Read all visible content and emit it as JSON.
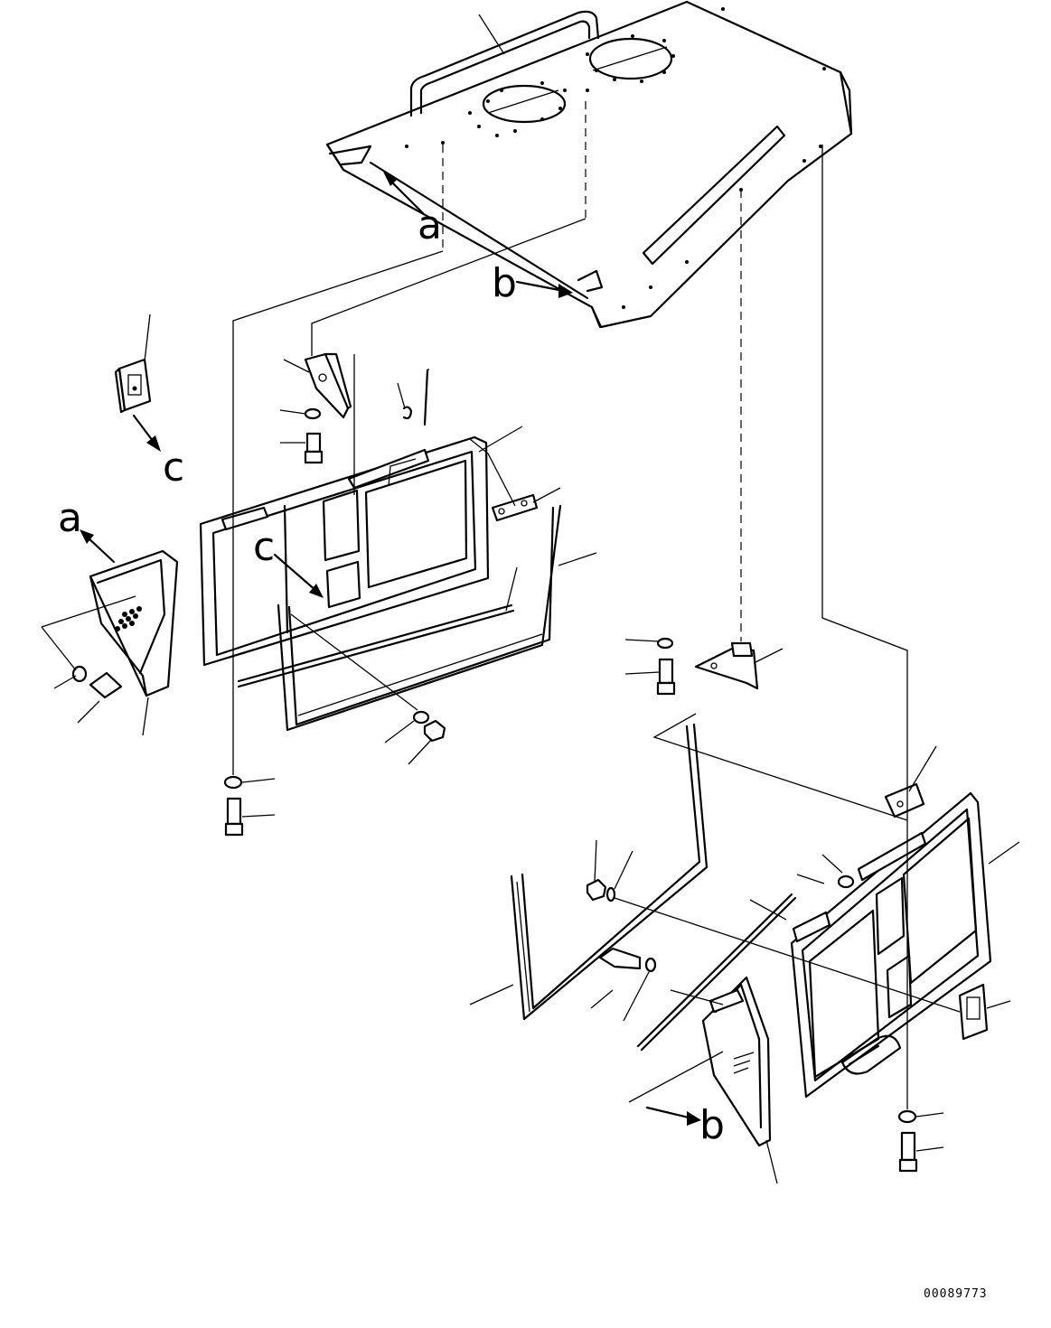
{
  "callouts": {
    "a_top": "a",
    "b_top": "b",
    "c_latch": "c",
    "a_left": "a",
    "c_panel": "c",
    "b_bottom": "b"
  },
  "document_number": "00089773"
}
